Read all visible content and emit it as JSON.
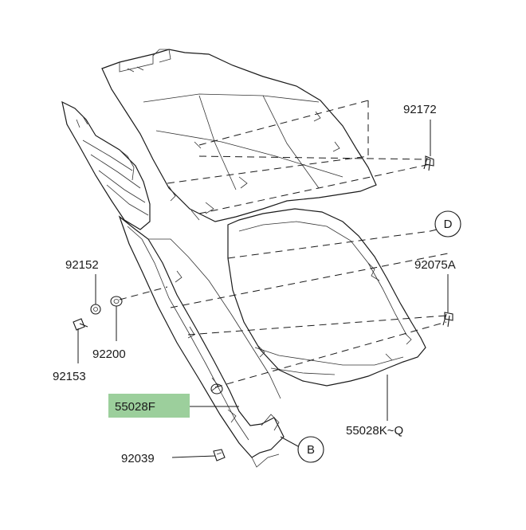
{
  "diagram": {
    "parts": [
      {
        "id": "p92172",
        "label": "92172"
      },
      {
        "id": "pD",
        "label": "D"
      },
      {
        "id": "p92075A",
        "label": "92075A"
      },
      {
        "id": "p92152",
        "label": "92152"
      },
      {
        "id": "p92200",
        "label": "92200"
      },
      {
        "id": "p92153",
        "label": "92153"
      },
      {
        "id": "p55028F",
        "label": "55028F"
      },
      {
        "id": "p55028KQ",
        "label": "55028K~Q"
      },
      {
        "id": "pB",
        "label": "B"
      },
      {
        "id": "p92039",
        "label": "92039"
      }
    ],
    "highlight_color": "#9ccf9c",
    "highlighted_part": "55028F"
  }
}
